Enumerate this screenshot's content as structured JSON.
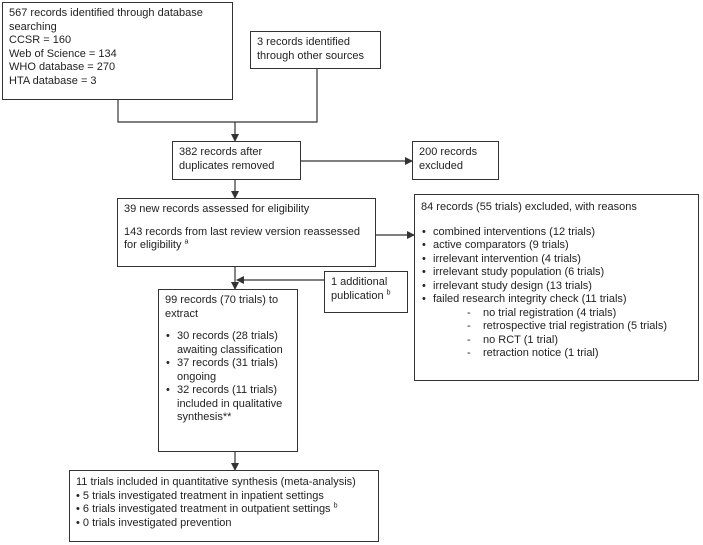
{
  "identified_db": {
    "lines": [
      "567 records identified through database searching",
      "CCSR = 160",
      "Web of Science = 134",
      "WHO database = 270",
      "HTA database = 3"
    ]
  },
  "identified_other": {
    "text": "3 records identified through other sources"
  },
  "after_duplicates": {
    "text": "382 records after duplicates removed"
  },
  "excluded_200": {
    "text": "200 records excluded"
  },
  "eligibility": {
    "line1": "39 new records assessed for eligibility",
    "line2": "143 records from last review version reassessed for eligibility",
    "line2_sup": "a"
  },
  "excluded_84": {
    "heading": "84 records (55 trials) excluded, with reasons",
    "reasons": [
      "combined interventions (12 trials)",
      "active comparators (9 trials)",
      "irrelevant intervention (4 trials)",
      "irrelevant study population (6 trials)",
      "irrelevant study design (13 trials)",
      "failed research integrity check (11 trials)"
    ],
    "integrity_subreasons": [
      "no trial registration (4 trials)",
      "retrospective trial registration (5 trials)",
      "no RCT (1 trial)",
      "retraction notice (1 trial)"
    ]
  },
  "additional": {
    "text": "1 additional publication",
    "sup": "b"
  },
  "extract": {
    "heading": "99 records (70 trials) to extract",
    "items": [
      "30 records (28 trials) awaiting classification",
      "37 records (31 trials) ongoing",
      "32 records (11 trials) included in qualitative synthesis**"
    ]
  },
  "quantitative": {
    "heading": "11 trials included in quantitative synthesis (meta-analysis)",
    "items": [
      "5 trials investigated treatment in inpatient settings",
      "6 trials investigated treatment in outpatient settings",
      "0 trials investigated prevention"
    ],
    "item2_sup": "b"
  }
}
